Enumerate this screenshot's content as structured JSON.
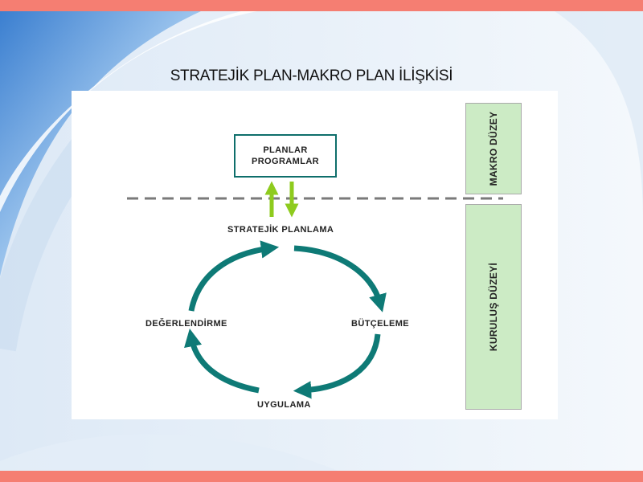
{
  "slide": {
    "title": "STRATEJİK PLAN-MAKRO PLAN İLİŞKİSİ",
    "colors": {
      "accent_bar": "#f57e72",
      "cycle_teal": "#0e7a76",
      "vertical_arrows_green": "#8ecb1e",
      "level_box_fill": "#ccebc5",
      "dashed_line": "#7a7a7a"
    }
  },
  "diagram": {
    "top_box": {
      "line1": "PLANLAR",
      "line2": "PROGRAMLAR"
    },
    "cycle": {
      "top": "STRATEJİK PLANLAMA",
      "right": "BÜTÇELEME",
      "bottom": "UYGULAMA",
      "left": "DEĞERLENDİRME"
    },
    "levels": {
      "upper": "MAKRO DÜZEY",
      "lower": "KURULUŞ DÜZEYİ"
    }
  }
}
